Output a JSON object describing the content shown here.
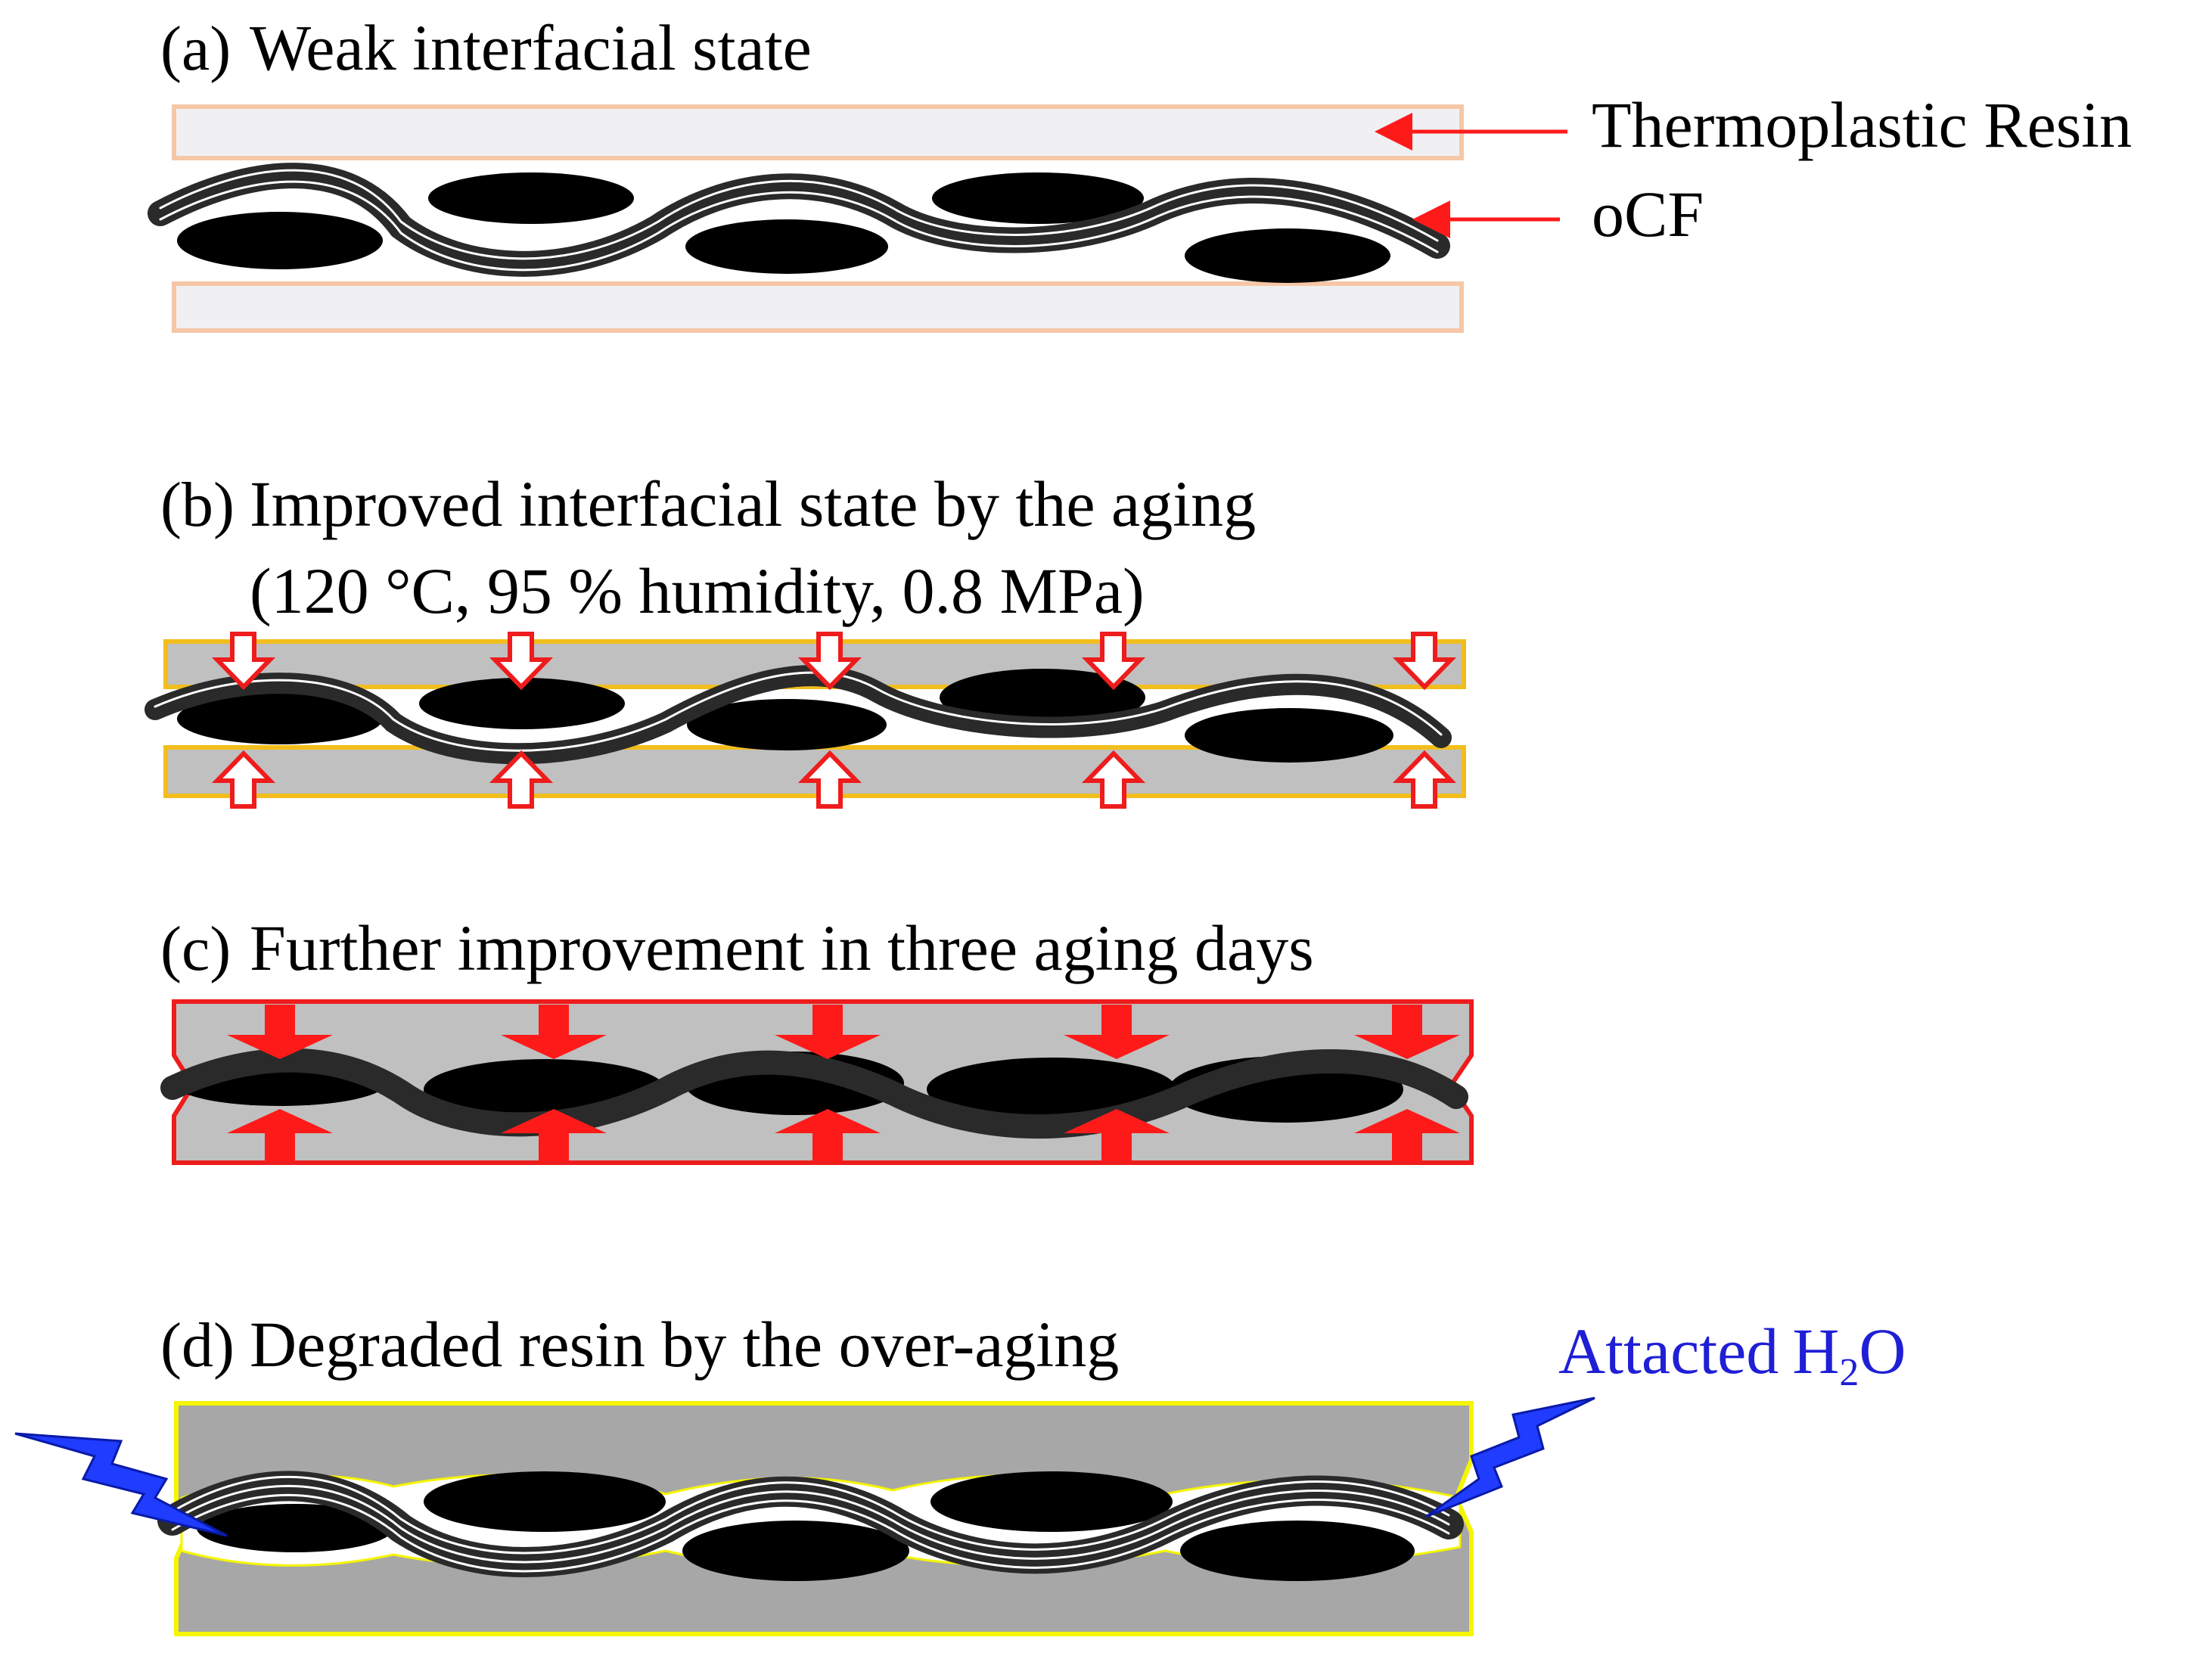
{
  "panels": {
    "a": {
      "tag": "(a)",
      "title": "Weak interfacial state"
    },
    "b": {
      "tag": "(b)",
      "title_line1": "Improved interfacial state by the aging",
      "title_line2": "(120 °C, 95 % humidity, 0.8 MPa)"
    },
    "c": {
      "tag": "(c)",
      "title": "Further improvement in three aging days"
    },
    "d": {
      "tag": "(d)",
      "title": "Degraded resin by the over-aging"
    }
  },
  "callouts": {
    "resin": "Thermoplastic Resin",
    "fiber": "oCF",
    "water_prefix": "Attacted",
    "water_h": "H",
    "water_sub": "2",
    "water_o": "O"
  },
  "colors": {
    "resin_a_fill": "#f0f0f2",
    "resin_a_border": "#f6c7a6",
    "resin_b_fill": "#c0c0c0",
    "resin_b_border": "#f2be1e",
    "resin_c_fill": "#c0c0c0",
    "resin_c_border": "#ee1c1c",
    "resin_d_fill": "#a7a7a7",
    "resin_d_border": "#f5f500",
    "arrow_red": "#ff1a1a",
    "lightning_blue": "#1f3cff",
    "fiber": "#2a2a2a",
    "bundle": "#000000"
  }
}
